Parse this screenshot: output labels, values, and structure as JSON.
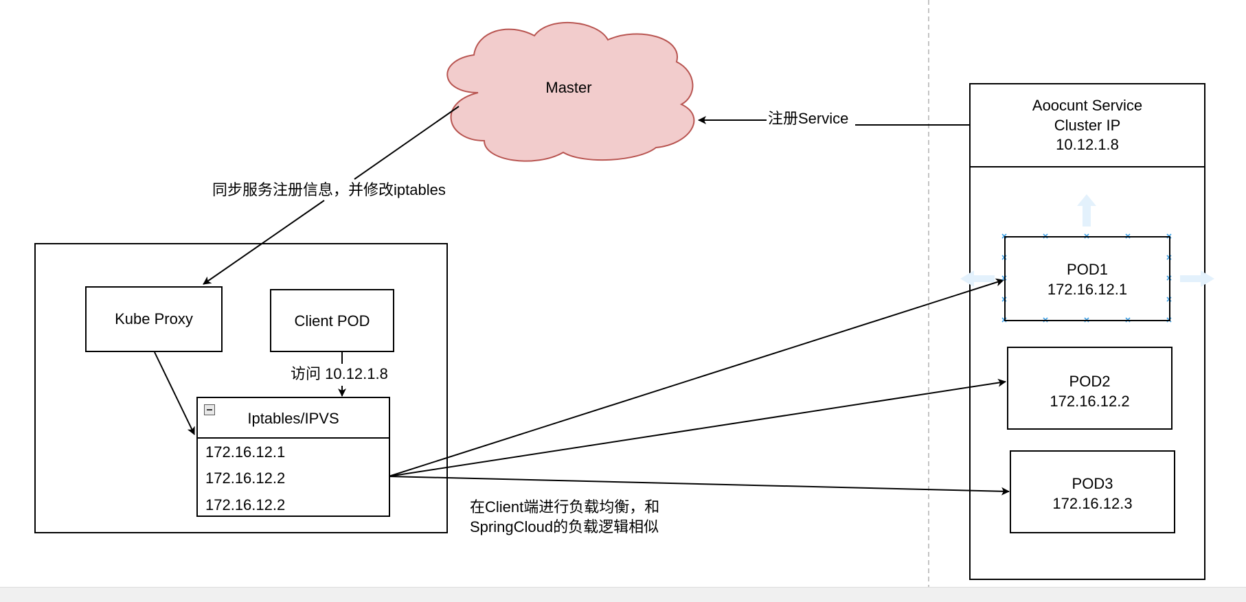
{
  "diagram": {
    "master": {
      "label": "Master"
    },
    "register_edge": {
      "label": "注册Service"
    },
    "sync_edge": {
      "label": "同步服务注册信息，并修改iptables"
    },
    "kube_proxy": {
      "label": "Kube Proxy"
    },
    "client_pod": {
      "label": "Client POD"
    },
    "access_edge": {
      "label": "访问 10.12.1.8"
    },
    "iptables": {
      "title": "Iptables/IPVS",
      "rows": [
        "172.16.12.1",
        "172.16.12.2",
        "172.16.12.2"
      ]
    },
    "lb_note": {
      "line1": "在Client端进行负载均衡，和",
      "line2": "SpringCloud的负载逻辑相似"
    },
    "service": {
      "line1": "Aoocunt Service",
      "line2": "Cluster IP",
      "line3": "10.12.1.8"
    },
    "pods": [
      {
        "name": "POD1",
        "ip": "172.16.12.1"
      },
      {
        "name": "POD2",
        "ip": "172.16.12.2"
      },
      {
        "name": "POD3",
        "ip": "172.16.12.3"
      }
    ],
    "colors": {
      "cloud_fill": "#f2cccc",
      "cloud_stroke": "#b85450",
      "selection_handle": "#3ea0e6",
      "selection_arrow": "#e3f1fc",
      "divider": "#b0b0b0"
    }
  }
}
